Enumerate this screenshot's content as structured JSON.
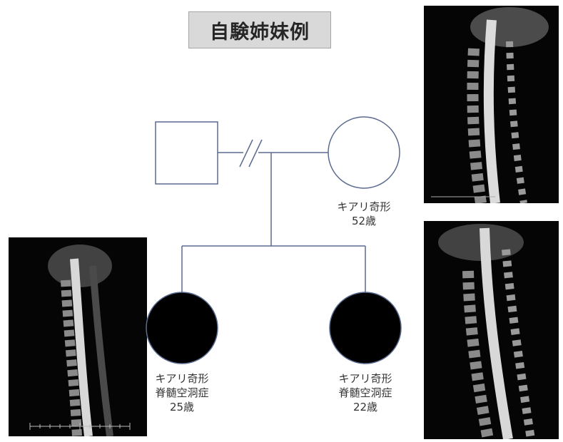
{
  "title": "自験姉妹例",
  "pedigree": {
    "father": {
      "symbol": "square",
      "affected": false
    },
    "mother": {
      "symbol": "circle",
      "affected": false,
      "labels": [
        "キアリ奇形",
        "52歳"
      ]
    },
    "daughter_1": {
      "symbol": "circle",
      "affected": true,
      "labels": [
        "キアリ奇形",
        "脊髄空洞症",
        "25歳"
      ]
    },
    "daughter_2": {
      "symbol": "circle",
      "affected": true,
      "labels": [
        "キアリ奇形",
        "脊髄空洞症",
        "22歳"
      ]
    },
    "parents_relationship": "divorced"
  },
  "images": {
    "mother_top": "sagittal spine MRI (T2)",
    "mother_bottom": "sagittal spine MRI (T2)",
    "daughter_left": "sagittal spine MRI (T2)"
  },
  "colors": {
    "line": "#5b6b8f",
    "affected_fill": "#000000",
    "title_bg": "#d9d9d9"
  }
}
